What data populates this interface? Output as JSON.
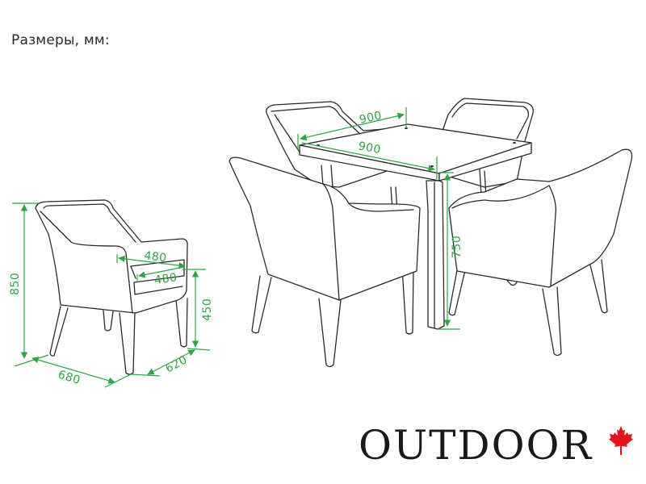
{
  "header": {
    "title": "Размеры, мм:"
  },
  "colors": {
    "dimension_green": "#2da546",
    "line_dark": "#2b2b2b",
    "leaf_red": "#e3141c",
    "background": "#ffffff"
  },
  "chair_dimensions": {
    "height": "850",
    "seat_height": "450",
    "depth": "680",
    "width": "620",
    "seat_width": "480",
    "seat_depth": "480"
  },
  "table_dimensions": {
    "width": "900",
    "length": "900",
    "height": "750"
  },
  "brand": {
    "name": "OUTDOOR",
    "icon": "maple-leaf-icon"
  }
}
